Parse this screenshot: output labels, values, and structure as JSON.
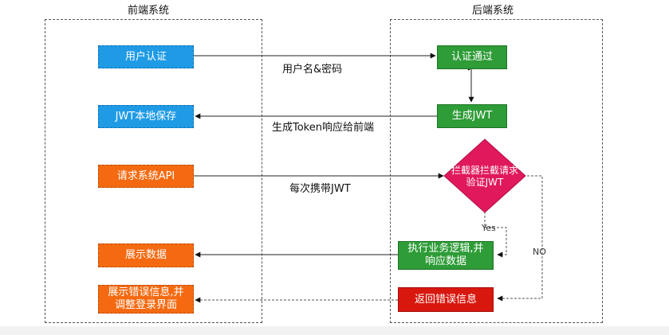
{
  "frontend": {
    "title": "前端系统",
    "boxes": {
      "auth": "用户认证",
      "jwt_store": "JWT本地保存",
      "request_api": "请求系统API",
      "show_data": "展示数据",
      "show_error": [
        "展示错误信息,并",
        "调整登录界面"
      ]
    }
  },
  "backend": {
    "title": "后端系统",
    "boxes": {
      "auth_pass": "认证通过",
      "gen_jwt": "生成JWT",
      "interceptor": [
        "拦截器拦截请求",
        "验证JWT"
      ],
      "exec_logic": [
        "执行业务逻辑,并",
        "响应数据"
      ],
      "return_error": "返回错误信息"
    }
  },
  "edges": {
    "username_password": "用户名&密码",
    "token_response": "生成Token响应给前端",
    "carry_jwt": "每次携带JWT",
    "yes": "Yes",
    "no": "NO"
  },
  "colors": {
    "blue": "#1f9be6",
    "orange": "#f56a11",
    "green": "#2e9c37",
    "red": "#d8180f",
    "diamond": "#e0185c"
  }
}
